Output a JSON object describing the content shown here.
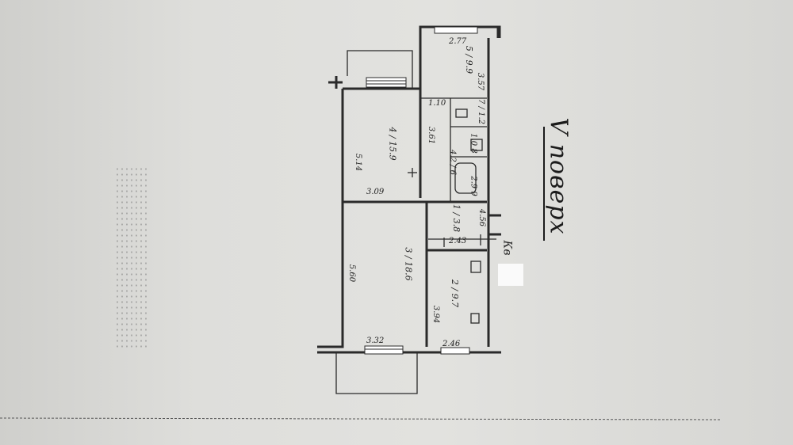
{
  "floor_label": "V поверх",
  "room_numbers": {
    "r1": "1",
    "r2": "2",
    "r3": "3",
    "r4": "4",
    "r5": "5",
    "r6": "6",
    "r7": "7",
    "r8": "8",
    "r9": "9"
  },
  "room_areas": {
    "r1": "3.8",
    "r2": "9.7",
    "r3": "18.6",
    "r4": "15.9",
    "r5": "9.9",
    "r6": "4.2",
    "r7": "1.2",
    "r8": "1.0",
    "r9": "2.9"
  },
  "dimensions": {
    "d277": "2.77",
    "d357": "3.57",
    "d110": "1.10",
    "d361": "3.61",
    "d514": "5.14",
    "d309": "3.09",
    "d456": "4.56",
    "d243": "2.43",
    "d560": "5.60",
    "d394": "3.94",
    "d332": "3.32",
    "d246": "2.46"
  },
  "entrance_label": "Кв"
}
